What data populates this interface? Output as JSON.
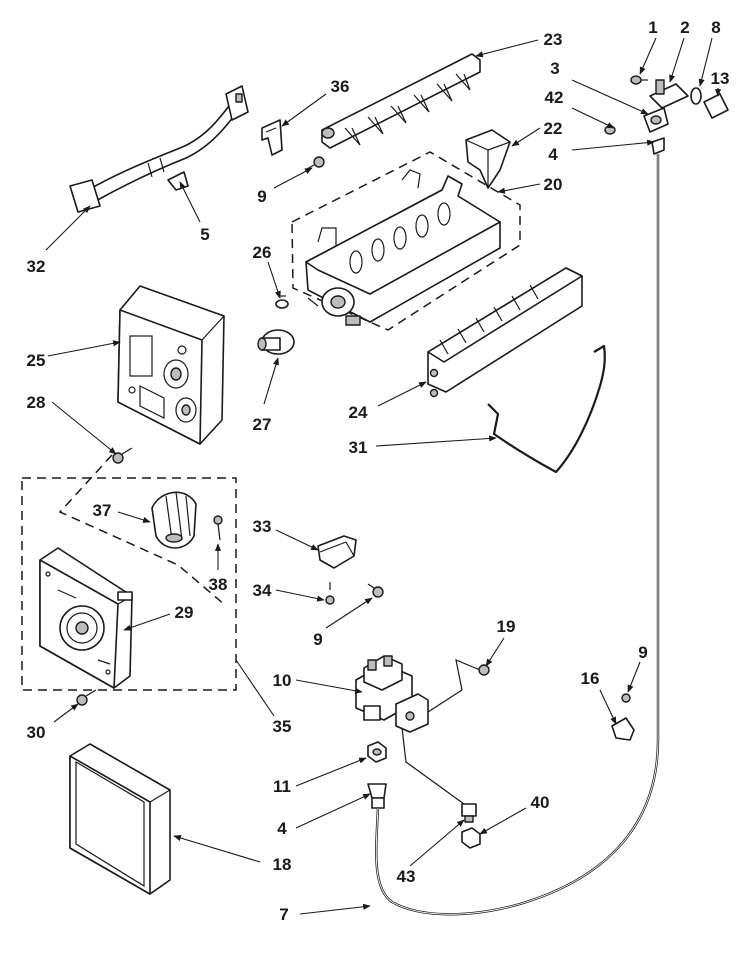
{
  "diagram": {
    "part_labels": [
      "1",
      "2",
      "8",
      "23",
      "3",
      "13",
      "36",
      "42",
      "22",
      "4",
      "9",
      "20",
      "5",
      "32",
      "26",
      "25",
      "28",
      "24",
      "27",
      "31",
      "37",
      "38",
      "33",
      "29",
      "34",
      "9",
      "19",
      "9",
      "10",
      "16",
      "30",
      "35",
      "11",
      "40",
      "4",
      "18",
      "43",
      "7"
    ]
  }
}
